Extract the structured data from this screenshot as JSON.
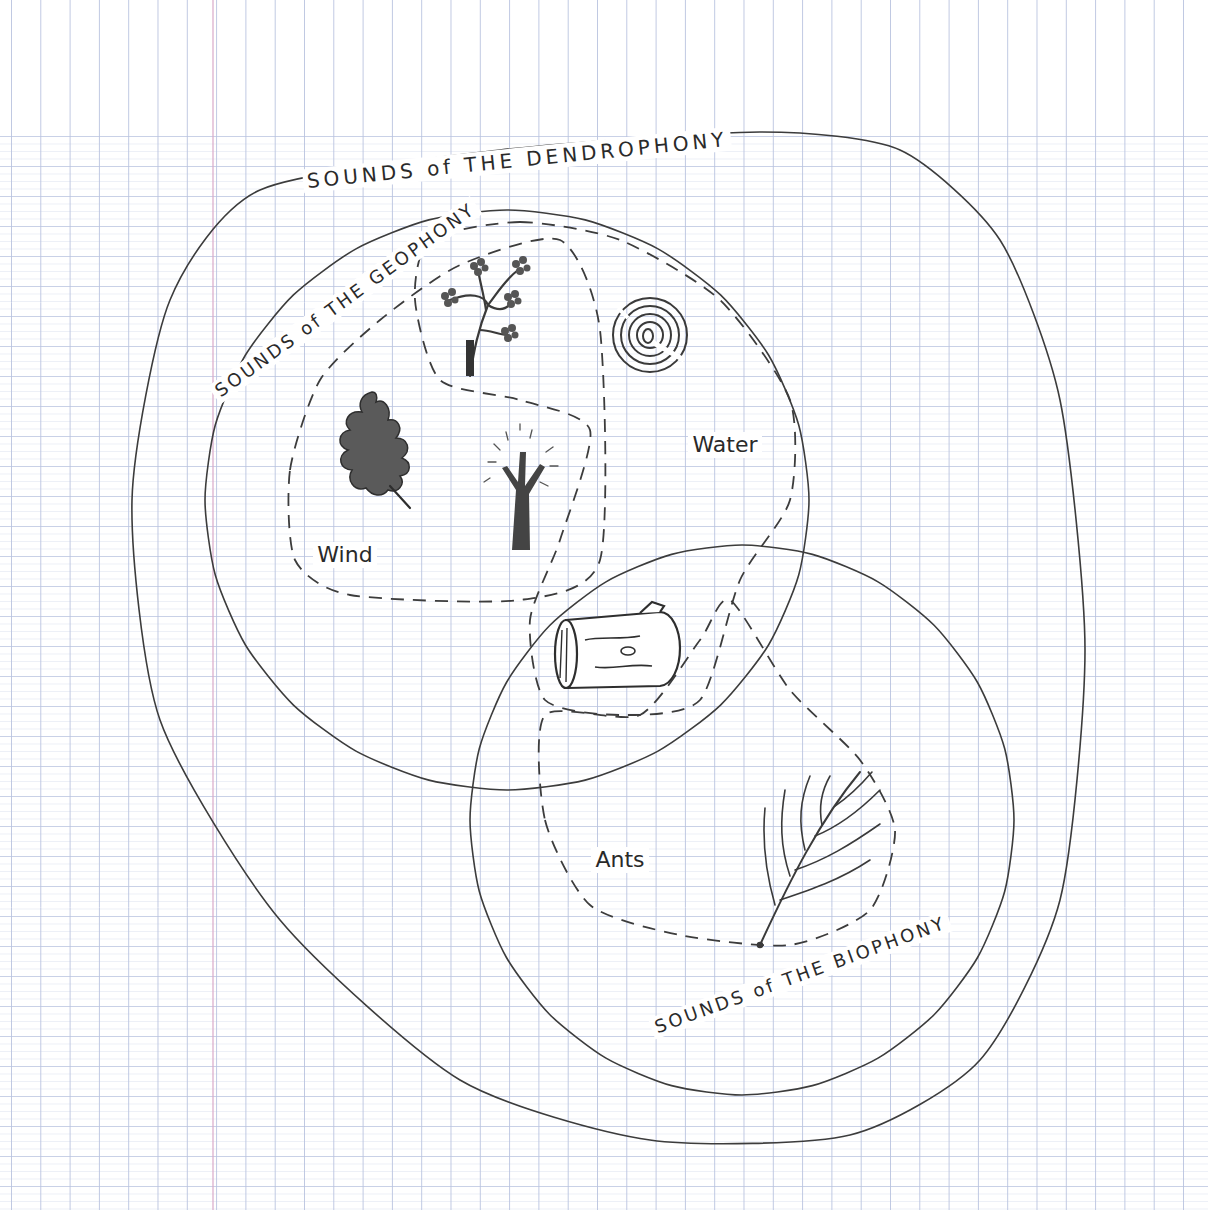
{
  "diagram": {
    "nodes": [
      {
        "text": [
          "SOUNDS of THE DENDROPHONY"
        ]
      },
      {
        "text": [
          "SOUNDS of THE GEOPHONY"
        ],
        "in": 0
      },
      {
        "text": [
          "Wind"
        ],
        "in": 1
      },
      {
        "text": [
          "Water"
        ],
        "in": 1
      },
      {
        "text": [
          "SOUNDS of THE BIOPHONY"
        ],
        "in": 0
      },
      {
        "text": [
          "Ants"
        ],
        "in": 4
      }
    ]
  }
}
